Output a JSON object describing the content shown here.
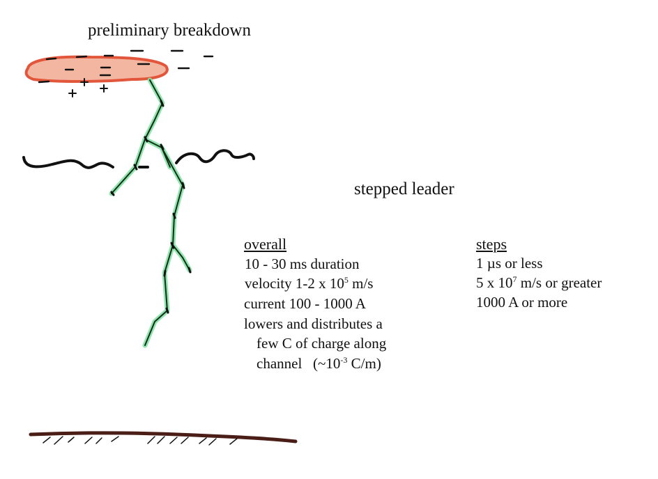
{
  "title_top": "preliminary breakdown",
  "title_mid": "stepped leader",
  "overall": {
    "heading": "overall",
    "duration": "10 - 30 ms duration",
    "velocity_pre": "velocity 1-2 x 10",
    "velocity_exp": "5",
    "velocity_post": " m/s",
    "current": "current 100 - 1000 A",
    "lowers": "lowers and distributes a",
    "few": "few C of charge along",
    "channel_pre": "channel   (~10",
    "channel_exp": "-3",
    "channel_post": " C/m)"
  },
  "steps": {
    "heading": "steps",
    "time": "1 µs or less",
    "speed_pre": "5 x 10",
    "speed_exp": "7",
    "speed_post": " m/s or greater",
    "current": "1000 A or more"
  },
  "cloud": {
    "negative": "−",
    "positive": "+"
  },
  "colors": {
    "cloud_fill": "#f3b7a1",
    "cloud_edge": "#e2563c",
    "leader_glow": "#7fe0a0",
    "leader_line": "#123018",
    "ground": "#4a1d16"
  }
}
